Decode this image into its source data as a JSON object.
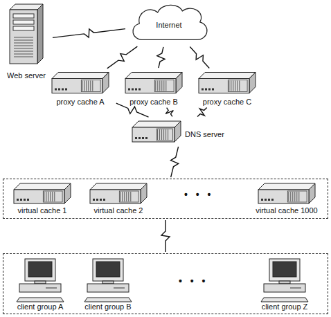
{
  "diagram": {
    "nodes": [
      {
        "text": [
          "Web server"
        ]
      },
      {
        "text": [
          "Internet"
        ]
      },
      {
        "text": [
          "proxy cache A"
        ]
      },
      {
        "text": [
          "proxy cache B"
        ]
      },
      {
        "text": [
          "proxy cache C"
        ]
      },
      {
        "text": [
          "DNS server"
        ]
      },
      {
        "text": []
      },
      {
        "text": [
          "virtual cache 1"
        ],
        "in": 6
      },
      {
        "text": [
          "virtual cache 2"
        ],
        "in": 6
      },
      {
        "text": [
          "virtual cache 1000"
        ],
        "in": 6
      },
      {
        "text": []
      },
      {
        "text": [
          "client group A"
        ],
        "in": 10
      },
      {
        "text": [
          "client group B"
        ],
        "in": 10
      },
      {
        "text": [
          "client group Z"
        ],
        "in": 10
      }
    ],
    "edges": [
      {
        "from": 0,
        "to": 1,
        "arrow": "none"
      },
      {
        "from": 1,
        "to": 2,
        "arrow": "none"
      },
      {
        "from": 1,
        "to": 3,
        "arrow": "none"
      },
      {
        "from": 1,
        "to": 4,
        "arrow": "none"
      },
      {
        "from": 2,
        "to": 5,
        "arrow": "none"
      },
      {
        "from": 3,
        "to": 5,
        "arrow": "none"
      },
      {
        "from": 4,
        "to": 5,
        "arrow": "none"
      },
      {
        "from": 5,
        "to": 6,
        "arrow": "none"
      },
      {
        "from": 6,
        "to": 10,
        "arrow": "none"
      }
    ],
    "labels": [
      "• • •",
      "• • •"
    ]
  }
}
